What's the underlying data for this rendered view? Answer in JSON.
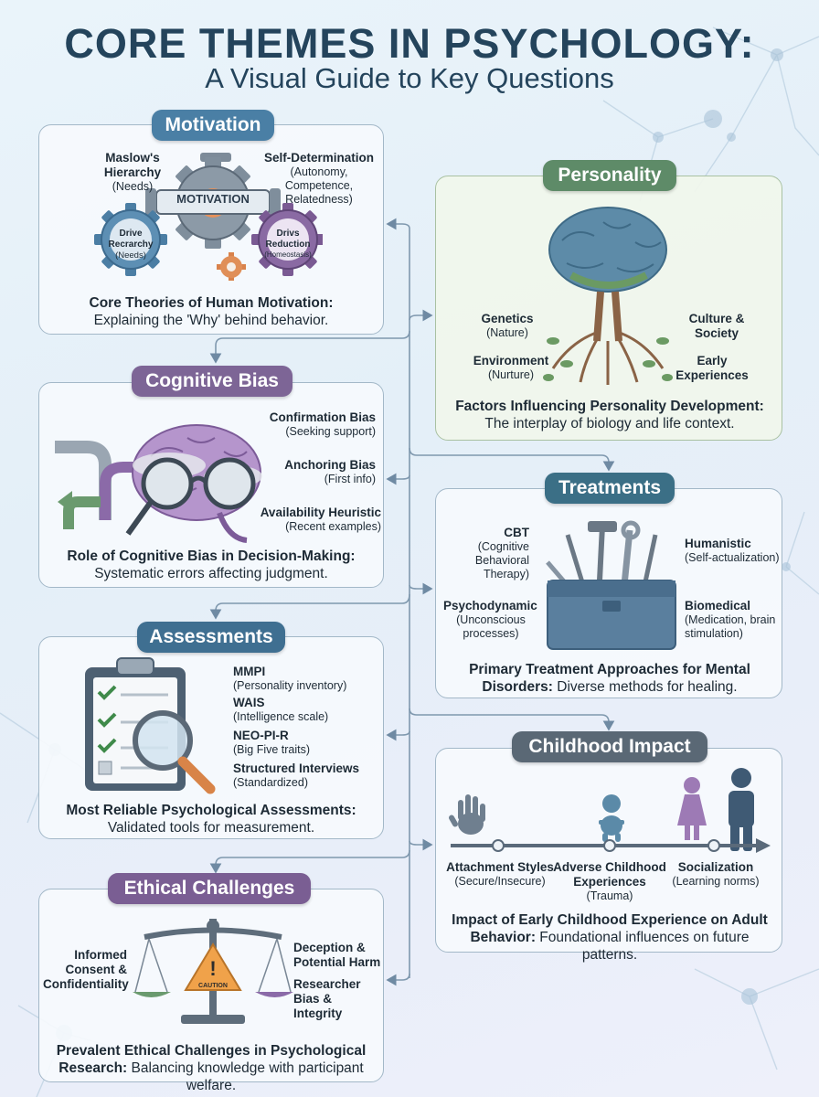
{
  "header": {
    "title": "CORE THEMES IN PSYCHOLOGY:",
    "subtitle": "A Visual Guide to Key Questions"
  },
  "colors": {
    "motivation": "#4a7fa5",
    "cognitive_bias": "#7d6596",
    "assessments": "#3f6f91",
    "ethical": "#7a5e93",
    "personality": "#5e8b68",
    "treatments": "#3b6f86",
    "childhood": "#5a6875"
  },
  "motivation": {
    "pill": "Motivation",
    "gear_text": "MOTIVATION",
    "maslow": {
      "title": "Maslow's\nHierarchy",
      "sub": "(Needs)"
    },
    "selfdet": {
      "title": "Self-Determination",
      "sub": "(Autonomy,\nCompetence,\nRelatedness)"
    },
    "drive_gear": {
      "title": "Drive\nRecrarchy",
      "sub": "(Needs)"
    },
    "reduction_gear": {
      "title": "Drivs\nReduction",
      "sub": "(Homeostasis)"
    },
    "caption_bold": "Core Theories of Human Motivation:",
    "caption": "Explaining the 'Why' behind behavior."
  },
  "cognitive_bias": {
    "pill": "Cognitive Bias",
    "items": [
      {
        "title": "Confirmation Bias",
        "sub": "(Seeking support)"
      },
      {
        "title": "Anchoring Bias",
        "sub": "(First info)"
      },
      {
        "title": "Availability Heuristic",
        "sub": "(Recent examples)"
      }
    ],
    "caption_bold": "Role of Cognitive Bias in Decision-Making:",
    "caption": "Systematic errors affecting judgment."
  },
  "assessments": {
    "pill": "Assessments",
    "items": [
      {
        "title": "MMPI",
        "sub": "(Personality inventory)"
      },
      {
        "title": "WAIS",
        "sub": "(Intelligence scale)"
      },
      {
        "title": "NEO-PI-R",
        "sub": "(Big Five traits)"
      },
      {
        "title": "Structured Interviews",
        "sub": "(Standardized)"
      }
    ],
    "caption_bold": "Most Reliable Psychological Assessments:",
    "caption": "Validated tools for measurement."
  },
  "ethical": {
    "pill": "Ethical Challenges",
    "left": "Informed\nConsent &\nConfidentiality",
    "right_top": "Deception &\nPotential Harm",
    "right_bottom": "Researcher\nBias & Integrity",
    "caution": "CAUTION",
    "caption_bold": "Prevalent Ethical Challenges in Psychological Research:",
    "caption": "Balancing knowledge with participant welfare."
  },
  "personality": {
    "pill": "Personality",
    "genetics": {
      "title": "Genetics",
      "sub": "(Nature)"
    },
    "environment": {
      "title": "Environment",
      "sub": "(Nurture)"
    },
    "culture": {
      "title": "Culture &\nSociety",
      "sub": ""
    },
    "early": {
      "title": "Early\nExperiences",
      "sub": ""
    },
    "caption_bold": "Factors Influencing Personality Development:",
    "caption": "The interplay of biology and life context."
  },
  "treatments": {
    "pill": "Treatments",
    "cbt": {
      "title": "CBT",
      "sub": "(Cognitive\nBehavioral\nTherapy)"
    },
    "humanistic": {
      "title": "Humanistic",
      "sub": "(Self-actualization)"
    },
    "psychodynamic": {
      "title": "Psychodynamic",
      "sub": "(Unconscious\nprocesses)"
    },
    "biomedical": {
      "title": "Biomedical",
      "sub": "(Medication, brain\nstimulation)"
    },
    "caption_bold": "Primary Treatment Approaches for Mental Disorders:",
    "caption": "Diverse methods for healing."
  },
  "childhood": {
    "pill": "Childhood Impact",
    "attachment": {
      "title": "Attachment Styles",
      "sub": "(Secure/Insecure)"
    },
    "adverse": {
      "title": "Adverse Childhood\nExperiences",
      "sub": "(Trauma)"
    },
    "socialization": {
      "title": "Socialization",
      "sub": "(Learning norms)"
    },
    "caption_bold": "Impact of Early Childhood Experience on Adult Behavior:",
    "caption": "Foundational influences on future patterns."
  }
}
